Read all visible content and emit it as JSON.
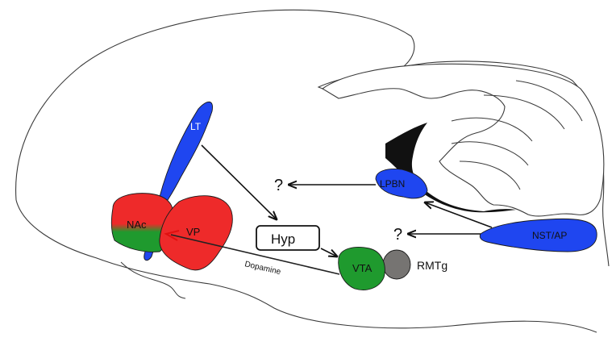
{
  "diagram": {
    "regions": {
      "lt": "LT",
      "nac": "NAc",
      "vp": "VP",
      "vta": "VTA",
      "rmtg": "RMTg",
      "lpbn": "LPBN",
      "nst_ap": "NST/AP"
    },
    "boxes": {
      "hyp": "Hyp"
    },
    "labels": {
      "dopamine": "Dopamine",
      "unknown_top": "?",
      "unknown_bottom": "?"
    },
    "colors": {
      "blue": "#1f46f0",
      "red": "#ee2a2a",
      "green": "#1f9a2e",
      "grey": "#767472",
      "outline": "#3a3a3a"
    }
  }
}
